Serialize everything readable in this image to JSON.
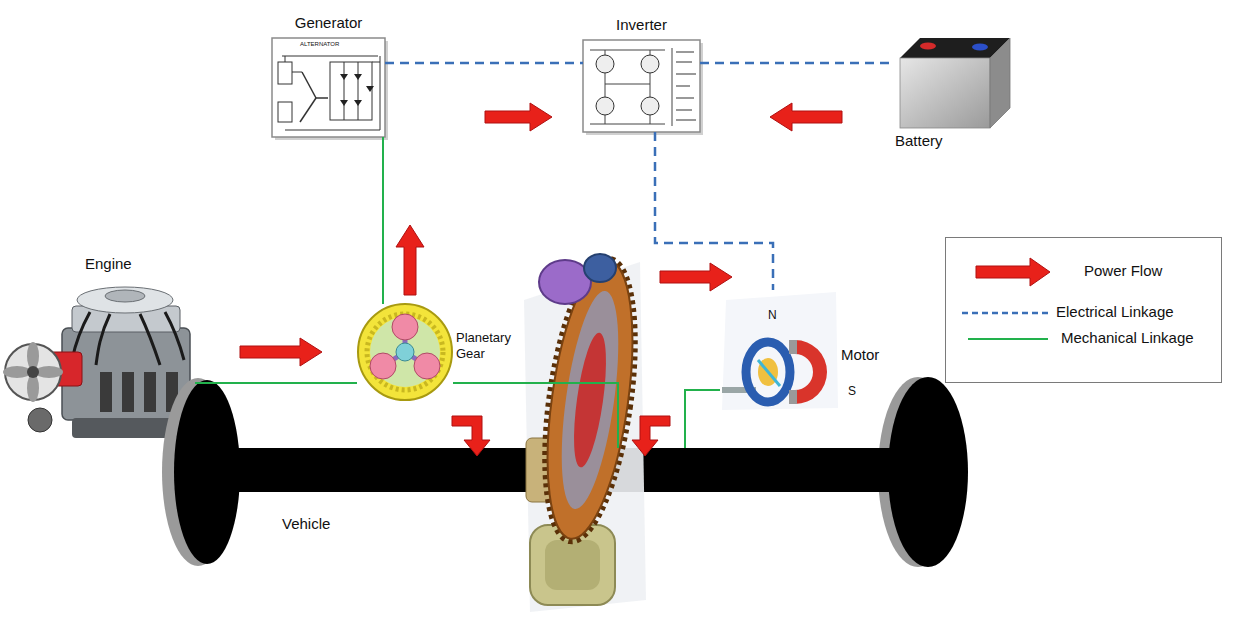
{
  "diagram": {
    "nodes": [
      {
        "text": [
          "Generator"
        ]
      },
      {
        "text": [
          "Inverter"
        ]
      },
      {
        "text": [
          "Battery"
        ]
      },
      {
        "text": [
          "Engine"
        ]
      },
      {
        "text": [
          "Planetary Gear"
        ]
      },
      {
        "text": [
          "Motor"
        ]
      },
      {
        "text": [
          "Vehicle"
        ]
      }
    ],
    "edges": [
      {
        "from": 0,
        "to": 1,
        "arrow": "none"
      },
      {
        "from": 1,
        "to": 2,
        "arrow": "none"
      },
      {
        "from": 1,
        "to": 5,
        "arrow": "none"
      },
      {
        "from": 3,
        "to": 4,
        "arrow": "none"
      },
      {
        "from": 0,
        "to": 4,
        "arrow": "none"
      },
      {
        "from": 4,
        "to": 6,
        "arrow": "none"
      },
      {
        "from": 5,
        "to": 6,
        "arrow": "none"
      }
    ],
    "labels": [
      "ALTERNATOR",
      "N",
      "S"
    ],
    "legend": [
      {
        "text": "Power Flow"
      },
      {
        "text": "Electrical Linkage"
      },
      {
        "text": "Mechanical Linkage"
      }
    ]
  }
}
